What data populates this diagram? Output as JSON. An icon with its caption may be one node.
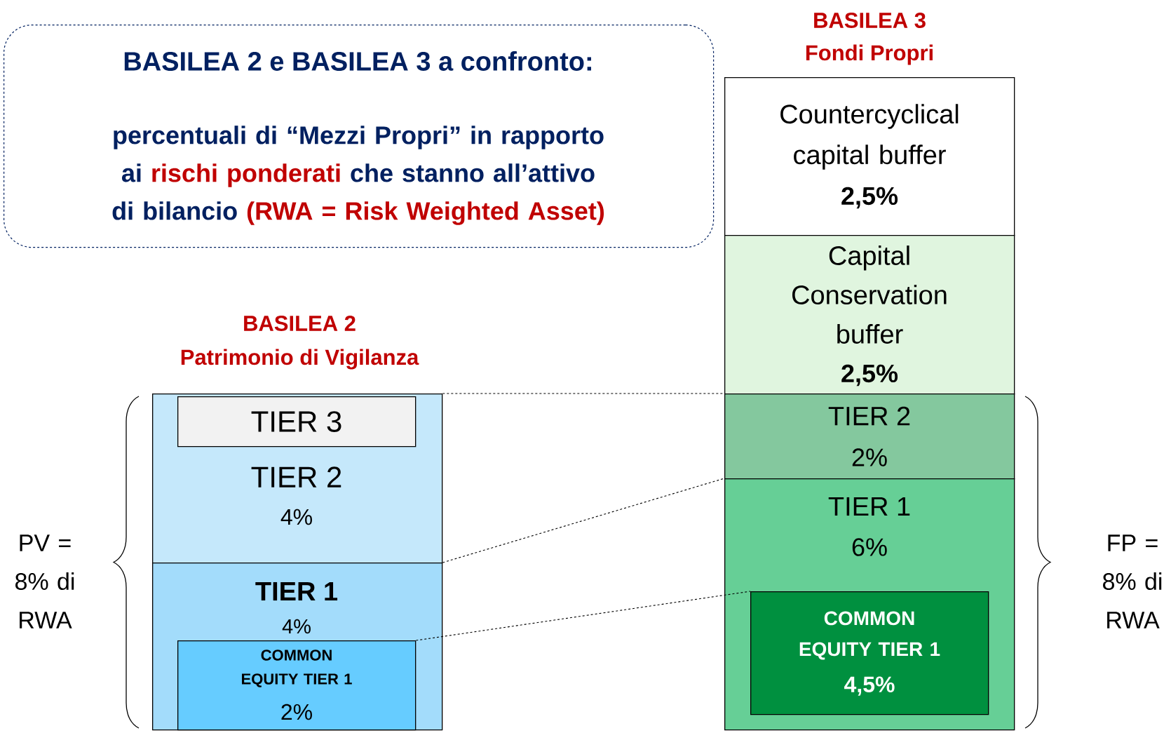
{
  "diagram": {
    "nodes": [
      {
        "text": [
          "BASILEA 2 e BASILEA 3 a confronto:",
          "percentuali di “Mezzi Propri” in rapporto ai",
          "rischi ponderati",
          "che stanno all’attivo di bilancio",
          "(RWA = Risk Weighted Asset)"
        ]
      },
      {
        "text": [
          "BASILEA 2",
          "Patrimonio di Vigilanza"
        ]
      },
      {
        "text": [
          "TIER 2",
          "4%"
        ]
      },
      {
        "text": [
          "TIER 3"
        ],
        "in": 2
      },
      {
        "text": [
          "TIER 1",
          "4%"
        ]
      },
      {
        "text": [
          "COMMON EQUITY TIER 1",
          "2%"
        ],
        "in": 4
      },
      {
        "text": [
          "BASILEA 3",
          "Fondi Propri"
        ]
      },
      {
        "text": [
          "Countercyclical capital buffer",
          "2,5%"
        ]
      },
      {
        "text": [
          "Capital Conservation buffer",
          "2,5%"
        ]
      },
      {
        "text": [
          "TIER 2",
          "2%"
        ]
      },
      {
        "text": [
          "TIER 1",
          "6%"
        ]
      },
      {
        "text": [
          "COMMON EQUITY TIER 1",
          "4,5%"
        ],
        "in": 10
      }
    ],
    "edges": [
      {
        "from": 2,
        "to": 9,
        "arrow": "none",
        "style": "dashed"
      },
      {
        "from": 4,
        "to": 10,
        "arrow": "none",
        "style": "dashed"
      },
      {
        "from": 5,
        "to": 11,
        "arrow": "none",
        "style": "dashed"
      }
    ],
    "labels": [
      "PV = 8% di RWA",
      "FP = 8% di RWA"
    ]
  }
}
